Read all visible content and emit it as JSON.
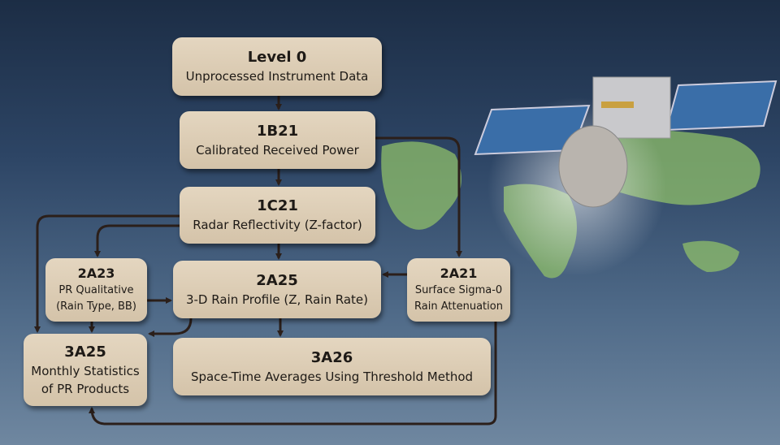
{
  "nodes": {
    "level0": {
      "title": "Level 0",
      "subtitle": "Unprocessed Instrument Data"
    },
    "b1b21": {
      "title": "1B21",
      "subtitle": "Calibrated Received Power"
    },
    "c1c21": {
      "title": "1C21",
      "subtitle": "Radar Reflectivity (Z-factor)"
    },
    "a2a23": {
      "title": "2A23",
      "line1": "PR Qualitative",
      "line2": "(Rain Type, BB)"
    },
    "a2a25": {
      "title": "2A25",
      "subtitle": "3-D Rain Profile (Z, Rain Rate)"
    },
    "a2a21": {
      "title": "2A21",
      "line1": "Surface Sigma-0",
      "line2": "Rain Attenuation"
    },
    "a3a25": {
      "title": "3A25",
      "line1": "Monthly Statistics",
      "line2": "of PR Products"
    },
    "a3a26": {
      "title": "3A26",
      "subtitle": "Space-Time Averages Using Threshold Method"
    }
  },
  "colors": {
    "box": "#dccbb2",
    "arrow": "#2b1f1a"
  }
}
